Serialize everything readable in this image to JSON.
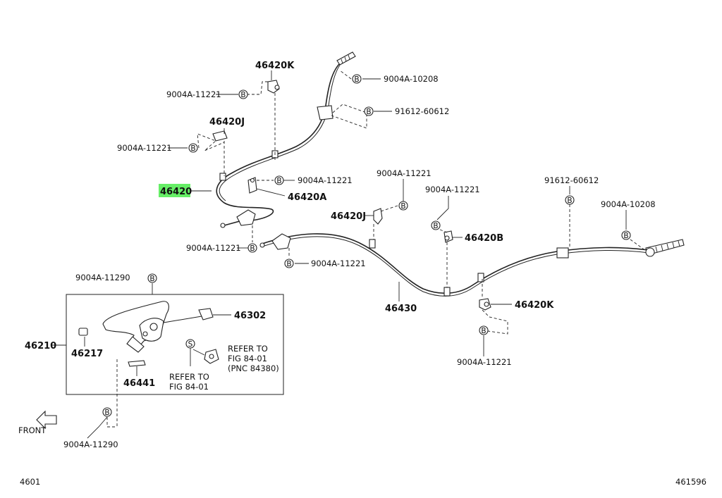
{
  "labels": {
    "p46420K_top": "46420K",
    "b9004A11221_a": "9004A-11221",
    "b9004A10208_top": "9004A-10208",
    "b91612_60612_top": "91612-60612",
    "p46420J_top": "46420J",
    "b9004A11221_b": "9004A-11221",
    "p46420": "46420",
    "b9004A11221_c": "9004A-11221",
    "p46420A": "46420A",
    "b9004A11221_d": "9004A-11221",
    "b9004A11221_e": "9004A-11221",
    "b9004A11221_f": "9004A-11221",
    "p46420J_mid": "46420J",
    "b9004A11221_g": "9004A-11221",
    "p46420B": "46420B",
    "b91612_60612_right": "91612-60612",
    "b9004A10208_right": "9004A-10208",
    "p46430": "46430",
    "p46420K_right": "46420K",
    "b9004A11221_h": "9004A-11221",
    "b9004A11290_top": "9004A-11290",
    "p46210": "46210",
    "p46302": "46302",
    "p46217": "46217",
    "p46441": "46441",
    "refer_line1_a": "REFER TO",
    "refer_line2_a": "FIG 84-01",
    "refer_line3_a": "(PNC 84380)",
    "refer_line1_b": "REFER TO",
    "refer_line2_b": "FIG 84-01",
    "front": "FRONT",
    "b9004A11290_bottom": "9004A-11290",
    "page_left": "4601",
    "page_right": "461596"
  },
  "markers": {
    "bolt": "B",
    "screw": "S"
  },
  "colors": {
    "highlight": "#66ee66",
    "line": "#222222"
  }
}
